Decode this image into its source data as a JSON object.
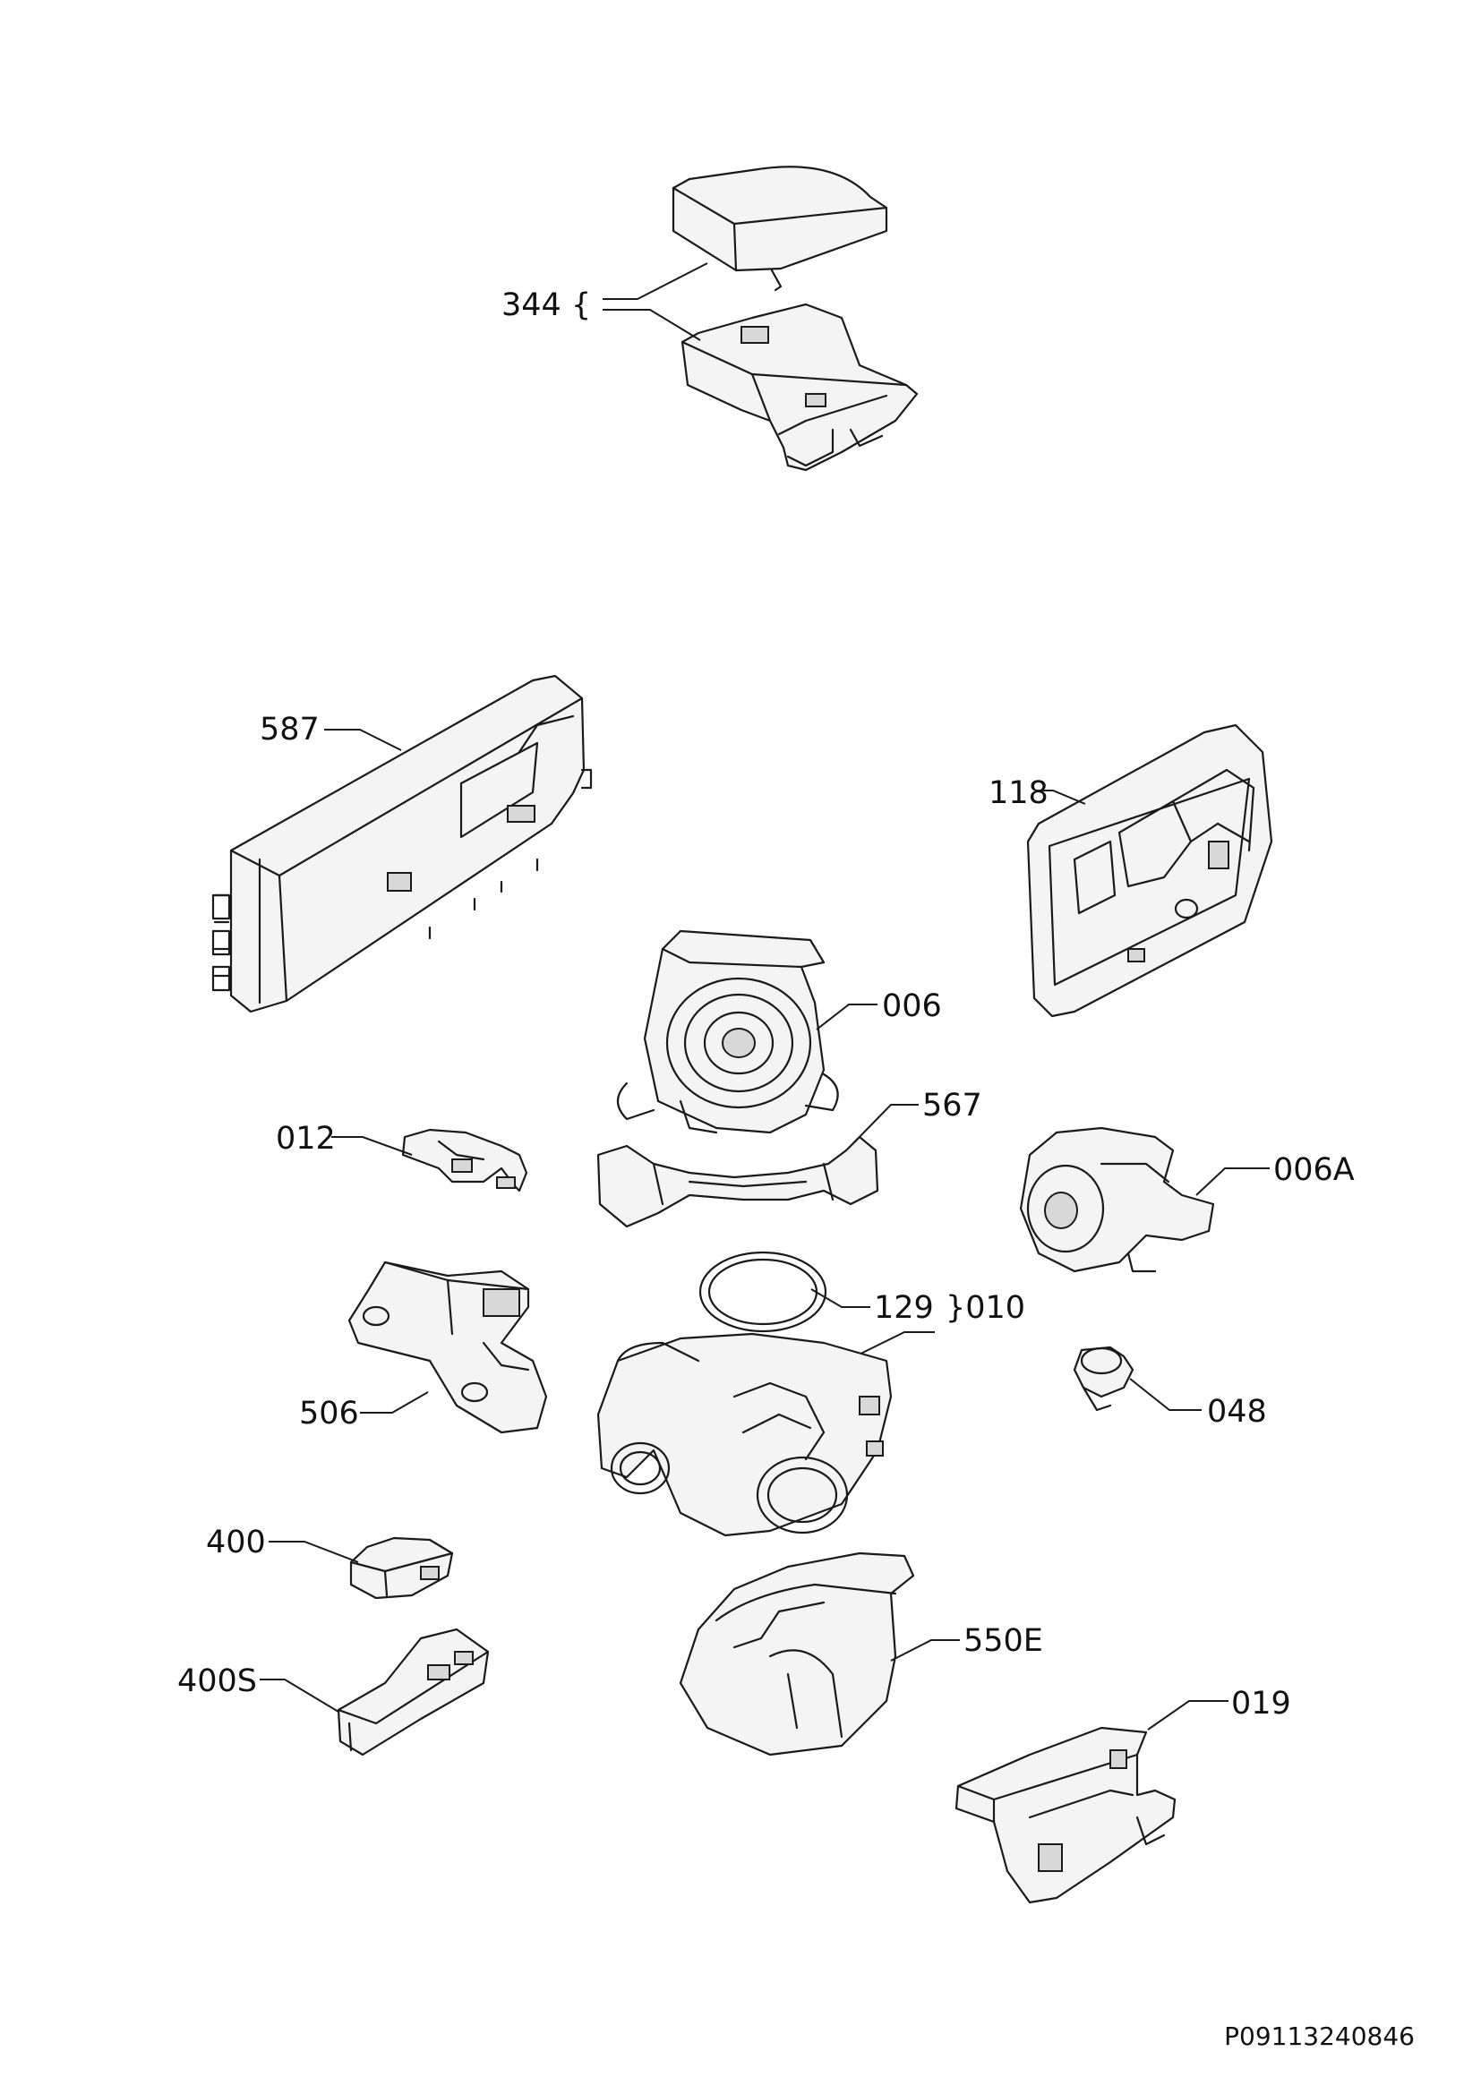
{
  "callouts": {
    "c344": "344 {",
    "c587": "587",
    "c118": "118",
    "c006": "006",
    "c567": "567",
    "c012": "012",
    "c006A": "006A",
    "c129": "129",
    "c010": "}010",
    "c506": "506",
    "c048": "048",
    "c400": "400",
    "c550E": "550E",
    "c400S": "400S",
    "c019": "019"
  },
  "document_id": "P09113240846"
}
